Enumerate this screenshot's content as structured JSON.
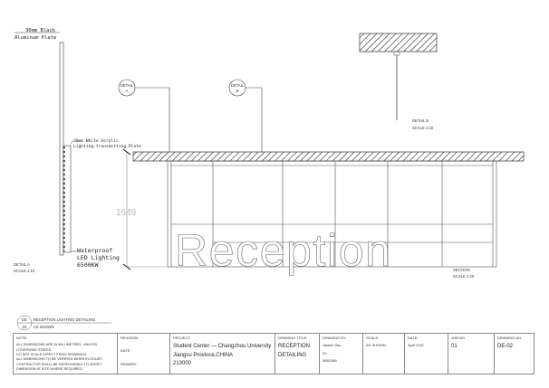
{
  "detail_a": {
    "label_top": [
      "30mm Black",
      "Aluminum Plate"
    ],
    "label_acrylic": [
      "30mm White Acrylic",
      "Lighting-transmitting Plate"
    ],
    "label_led": [
      "Waterproof",
      "LED Lighting",
      "6500KW"
    ],
    "caption": "DETAIL A",
    "scale": "SCALE 1:10"
  },
  "callouts": {
    "a": [
      "DETAIL",
      "A"
    ],
    "b": [
      "DETAIL",
      "B"
    ]
  },
  "detail_b": {
    "caption": "DETAIL B",
    "scale": "SCALE 1:10"
  },
  "section": {
    "dimension": "1649",
    "sign_text": "Reception",
    "caption": "SECTION",
    "scale": "SCALE 1:20"
  },
  "title_ref": {
    "code_top": "DE",
    "code_bottom": "02",
    "title": "RECEPTION LIGHTING DETAILING",
    "scale": "AS SHOWN"
  },
  "title_block": {
    "note_label": "NOTE:",
    "notes": [
      "ALL DIMENSIONS ARE IN MILLIMETRES, UNLESS OTHERWISE STATED.",
      "DO NOT SCALE DIRECT FROM DRAWINGS.",
      "ALL DIMENSIONS TO BE VERIFIED WHEN IN DOUBT.",
      "CONTRACTOR SHALL BE RESPONSIBLE TO VERIFY DIMENSION AT SITE WHERE REQUIRED."
    ],
    "revision_label": "REVISION:",
    "date_label_left": "DATE:",
    "remark_label": "REMARK:",
    "project_label": "PROJECT:",
    "project_lines": [
      "Student Center — Changzhou University",
      "Jiangsu Province,CHINA",
      "213000"
    ],
    "drawing_title_label": "DRAWING TITLE:",
    "drawing_title": [
      "RECEPTION",
      "DETAILING"
    ],
    "drawn_by_label": "DRAWING BY:",
    "drawn_by": "Jiawen Zhu",
    "id_label": "ID:",
    "id": "5681068",
    "scale_label": "SCALE:",
    "scale": "AS SHOWN",
    "date_label": "DATE:",
    "date": "April 2021",
    "job_label": "JOB NO:",
    "job": "01",
    "drawing_no_label": "DRAWING NO:",
    "drawing_no": "DE-02"
  }
}
